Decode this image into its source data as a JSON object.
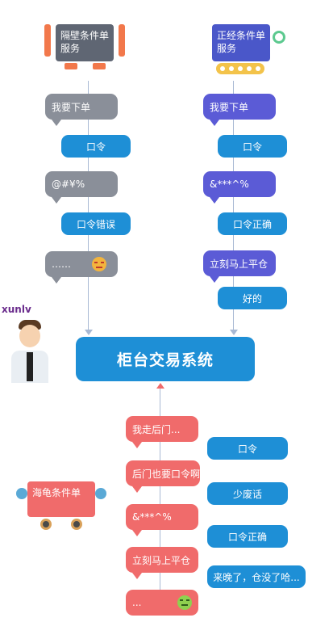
{
  "robots": {
    "left_top": {
      "label": "隔壁条件单服务"
    },
    "right_top": {
      "label": "正经条件单服务"
    },
    "bottom": {
      "label": "海龟条件单"
    }
  },
  "watermark": "xunlv",
  "left_column": [
    {
      "text": "我要下单"
    },
    {
      "text": "口令"
    },
    {
      "text": "@#¥%"
    },
    {
      "text": "口令错误"
    },
    {
      "text": "……"
    }
  ],
  "right_column": [
    {
      "text": "我要下单"
    },
    {
      "text": "口令"
    },
    {
      "text": "&***^%"
    },
    {
      "text": "口令正确"
    },
    {
      "text": "立刻马上平仓"
    },
    {
      "text": "好的"
    }
  ],
  "center": {
    "title": "柜台交易系统"
  },
  "bottom_column": [
    {
      "text": "我走后门..."
    },
    {
      "text": "口令"
    },
    {
      "text": "后门也要口令啊"
    },
    {
      "text": "少废话"
    },
    {
      "text": "&***^%"
    },
    {
      "text": "口令正确"
    },
    {
      "text": "立刻马上平仓"
    },
    {
      "text": "来晚了，仓没了哈..."
    },
    {
      "text": "..."
    }
  ],
  "colors": {
    "gray": "#8a8f99",
    "purple": "#5b5bd6",
    "blue": "#1e8fd6",
    "red": "#f06b6b"
  },
  "icons": {
    "angry": "angry-face-icon",
    "sick": "sick-face-icon"
  }
}
